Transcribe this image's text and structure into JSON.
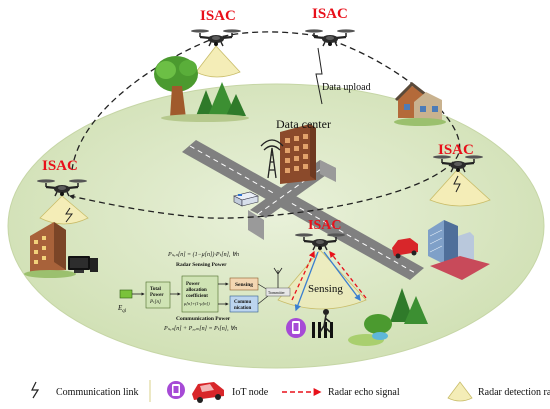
{
  "labels": {
    "isac": "ISAC",
    "data_upload": "Data upload",
    "data_center": "Data center",
    "sensing": "Sensing"
  },
  "diagram": {
    "radar_sensing_power": "Radar Sensing Power",
    "communication_power": "Communication Power",
    "total_power_line1": "Total",
    "total_power_line2": "Power",
    "total_power_symbol": "Pₜ[n]",
    "power_alloc_line1": "Power",
    "power_alloc_line2": "allocation",
    "power_alloc_line3": "coefficient",
    "power_alloc_symbol": "μ[n]+(1-μ[n])",
    "sensing_box": "Sensing",
    "comm_box_line1": "Commu",
    "comm_box_line2": "nication",
    "transmitter": "Transmitter",
    "energy_symbol": "E",
    "energy_sub": "ql",
    "eq_top": "Pₛₑₙ[n] = (1−μ[n])·Pₜ[n], ∀n",
    "eq_bottom": "Pₛₑₙ[n] + Pₔₒₘ[n] = Pₜ[n], ∀n"
  },
  "legend": {
    "communication_link": "Communication link",
    "iot_node": "IoT node",
    "radar_echo_signal": "Radar echo signal",
    "radar_detection_range": "Radar detection range"
  },
  "colors": {
    "isac_red": "#e8101a",
    "ground": "#dbe8c4",
    "ground_edge": "#c6d6a6",
    "road": "#7f7f7f",
    "building": "#8b4a2b",
    "echo_red": "#e8101a",
    "signal_blue": "#3a7fd0",
    "cone": "#f4edb7",
    "iot_purple": "#a64ad6",
    "box_green": "#cfe3b4"
  }
}
